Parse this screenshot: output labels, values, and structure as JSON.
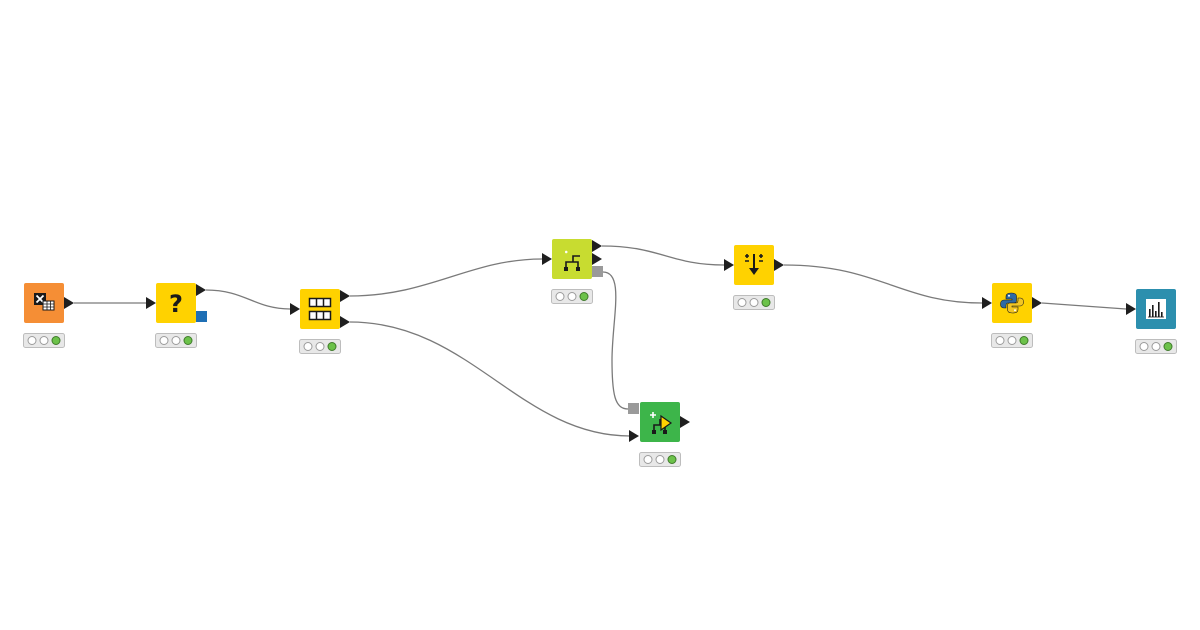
{
  "workflow": {
    "nodes": [
      {
        "id": "excel-reader",
        "icon": "excel-reader-icon",
        "color": "#F58E35",
        "status": "executed"
      },
      {
        "id": "missing-value",
        "icon": "question-mark-icon",
        "color": "#FFD200",
        "status": "executed"
      },
      {
        "id": "partitioning",
        "icon": "partition-table-icon",
        "color": "#FFD200",
        "status": "executed"
      },
      {
        "id": "learner",
        "icon": "tree-learner-icon",
        "color": "#C8DC30",
        "status": "executed"
      },
      {
        "id": "predictor",
        "icon": "tree-predictor-icon",
        "color": "#3DB54A",
        "status": "executed"
      },
      {
        "id": "column-filter",
        "icon": "column-filter-icon",
        "color": "#FFD200",
        "status": "executed"
      },
      {
        "id": "python-script",
        "icon": "python-logo-icon",
        "color": "#FFD200",
        "status": "executed"
      },
      {
        "id": "bar-chart-view",
        "icon": "bar-chart-icon",
        "color": "#2C8FAE",
        "status": "executed"
      }
    ],
    "connections": [
      {
        "from": "excel-reader",
        "to": "missing-value"
      },
      {
        "from": "missing-value",
        "to": "partitioning"
      },
      {
        "from": "partitioning",
        "to": "learner"
      },
      {
        "from": "partitioning",
        "to": "predictor"
      },
      {
        "from": "learner",
        "to": "column-filter"
      },
      {
        "from": "learner",
        "to": "predictor",
        "port": "model"
      },
      {
        "from": "column-filter",
        "to": "python-script"
      },
      {
        "from": "python-script",
        "to": "bar-chart-view"
      }
    ]
  },
  "colors": {
    "connection": "#7a7a7a",
    "status_green": "#6cc24a",
    "flow_variable_port": "#1e6fb5",
    "model_port": "#9a9a9a"
  }
}
